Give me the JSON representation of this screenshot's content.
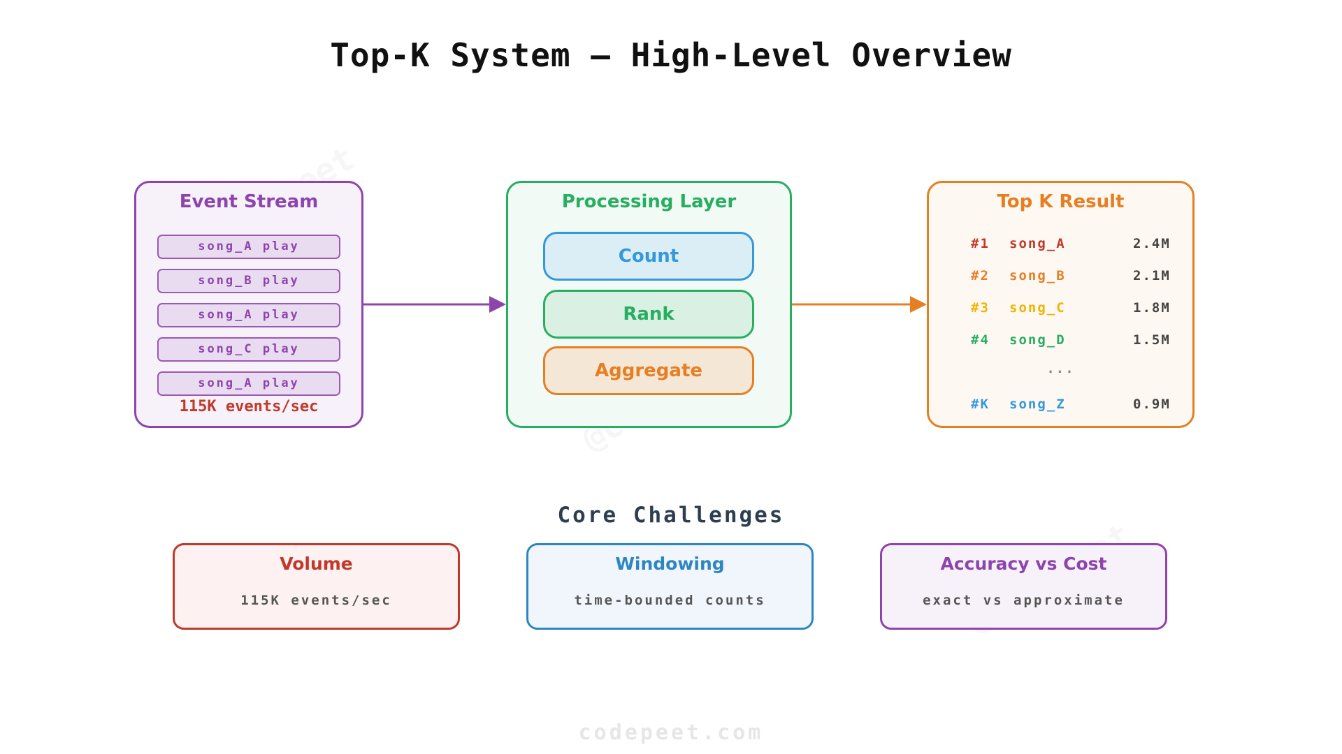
{
  "title": "Top-K System — High-Level Overview",
  "event_stream": {
    "title": "Event Stream",
    "events": [
      "song_A play",
      "song_B play",
      "song_A play",
      "song_C play",
      "song_A play"
    ],
    "rate": "115K events/sec"
  },
  "processing": {
    "title": "Processing Layer",
    "stages": [
      "Count",
      "Rank",
      "Aggregate"
    ]
  },
  "result": {
    "title": "Top K Result",
    "rows": [
      {
        "rank": "#1",
        "song": "song_A",
        "count": "2.4M"
      },
      {
        "rank": "#2",
        "song": "song_B",
        "count": "2.1M"
      },
      {
        "rank": "#3",
        "song": "song_C",
        "count": "1.8M"
      },
      {
        "rank": "#4",
        "song": "song_D",
        "count": "1.5M"
      }
    ],
    "ellipsis": "...",
    "last": {
      "rank": "#K",
      "song": "song_Z",
      "count": "0.9M"
    }
  },
  "challenges": {
    "heading": "Core Challenges",
    "items": [
      {
        "title": "Volume",
        "desc": "115K events/sec"
      },
      {
        "title": "Windowing",
        "desc": "time-bounded counts"
      },
      {
        "title": "Accuracy vs Cost",
        "desc": "exact vs approximate"
      }
    ]
  },
  "footer": "codepeet.com",
  "watermark": "@codepeet",
  "colors": {
    "purple": "#8e44ad",
    "green": "#27ae60",
    "orange": "#e67e22",
    "blue": "#3498db",
    "red": "#c0392b",
    "yellow": "#f0b400",
    "navy": "#2c3e50"
  }
}
